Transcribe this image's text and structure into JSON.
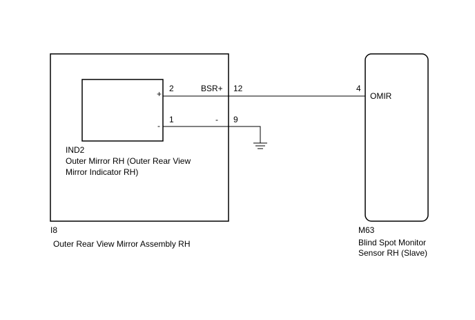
{
  "assembly": {
    "code": "I8",
    "name": "Outer Rear View Mirror Assembly RH"
  },
  "indicator": {
    "code": "IND2",
    "name_line1": "Outer Mirror RH (Outer Rear View",
    "name_line2": "Mirror Indicator RH)",
    "plus_symbol": "+",
    "minus_symbol": "-"
  },
  "sensor": {
    "code": "M63",
    "name_line1": "Blind Spot Monitor",
    "name_line2": "Sensor RH (Slave)",
    "terminal_name": "OMIR"
  },
  "wires": [
    {
      "from_pin": "2",
      "signal_name": "BSR+",
      "connector_pin": "12",
      "to_pin": "4",
      "destination": "OMIR"
    },
    {
      "from_pin": "1",
      "signal_name": "-",
      "connector_pin": "9",
      "destination": "ground"
    }
  ],
  "icons": {
    "ground": "ground-icon"
  }
}
